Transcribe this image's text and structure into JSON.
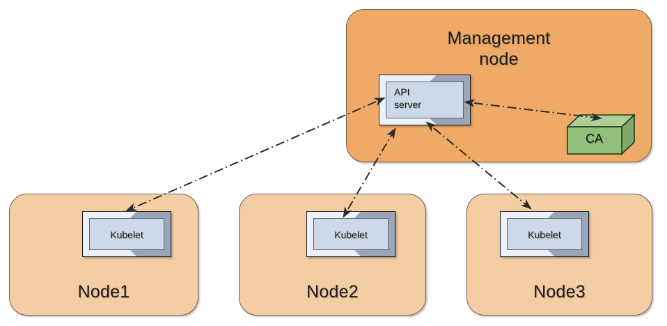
{
  "diagram": {
    "title_present": false,
    "colors": {
      "management_node_fill": "#eeaa66",
      "worker_node_fill": "#f4cda2",
      "component_fill": "#cdd9ea",
      "component_frame": "#9aa6b8",
      "ca_fill": "#93bf7c",
      "ca_top": "#aed096",
      "ca_side": "#7fa96a",
      "outline": "#6b6258",
      "edge_stroke": "#2b2b2b",
      "background": "#ffffff"
    },
    "management_node": {
      "label": "Management\nnode",
      "label_line1": "Management",
      "label_line2": "node",
      "components": [
        {
          "id": "api-server",
          "label_line1": "API",
          "label_line2": "server",
          "shape": "beveled-box"
        },
        {
          "id": "ca",
          "label": "CA",
          "shape": "cuboid-3d"
        }
      ]
    },
    "worker_nodes": [
      {
        "id": "node1",
        "label": "Node1",
        "component_label": "Kubelet"
      },
      {
        "id": "node2",
        "label": "Node2",
        "component_label": "Kubelet"
      },
      {
        "id": "node3",
        "label": "Node3",
        "component_label": "Kubelet"
      }
    ],
    "edges": [
      {
        "id": "edge-api-to-node1-kubelet",
        "from": "api-server",
        "to": "node1-kubelet",
        "style": "dash-dot",
        "arrows": "both"
      },
      {
        "id": "edge-node2-kubelet-to-api",
        "from": "node2-kubelet",
        "to": "api-server",
        "style": "dash-dot",
        "arrows": "both"
      },
      {
        "id": "edge-api-to-node3-kubelet",
        "from": "api-server",
        "to": "node3-kubelet",
        "style": "dash-dot",
        "arrows": "both"
      },
      {
        "id": "edge-api-to-ca",
        "from": "api-server",
        "to": "ca",
        "style": "dash-dot",
        "arrows": "both"
      }
    ]
  }
}
